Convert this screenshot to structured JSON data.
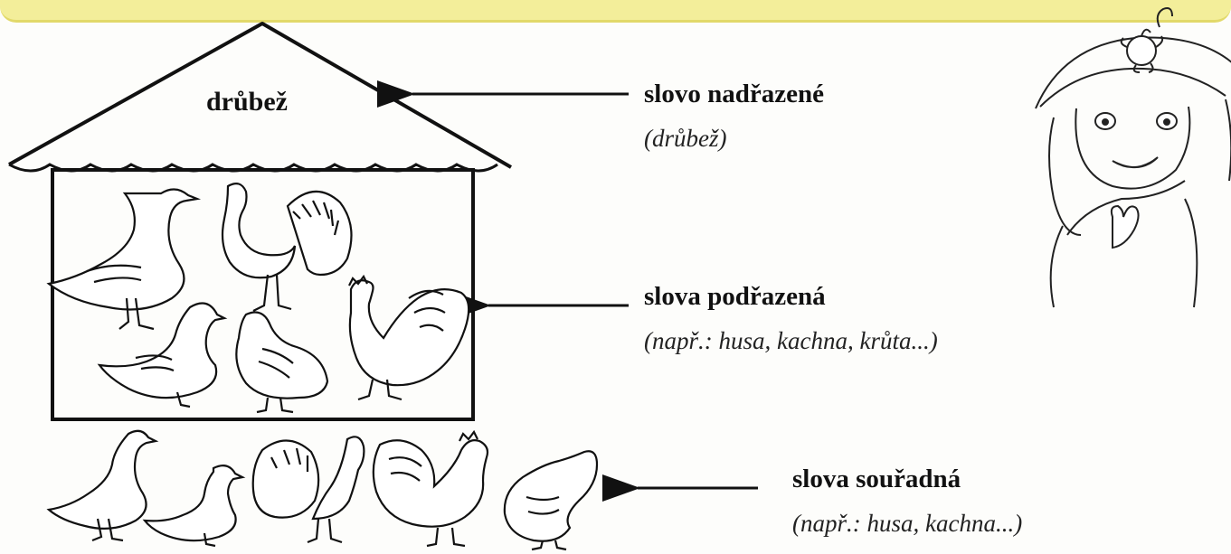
{
  "house": {
    "roof_word": "drůbež"
  },
  "labels": {
    "superordinate": {
      "title": "slovo nadřazené",
      "example": "(drůbež)"
    },
    "subordinate": {
      "title": "slova podřazená",
      "example": "(např.: husa, kachna, krůta...)"
    },
    "coordinate": {
      "title": "slova souřadná",
      "example": "(např.: husa, kachna...)"
    }
  },
  "illustrations": {
    "house_animals": [
      "goose",
      "turkey",
      "duck",
      "hen",
      "rooster"
    ],
    "row_animals": [
      "goose",
      "duck",
      "turkey",
      "rooster",
      "hen"
    ],
    "character": "girl-with-flower-hat"
  },
  "colors": {
    "band": "#f3ee9a",
    "ink": "#111111"
  }
}
